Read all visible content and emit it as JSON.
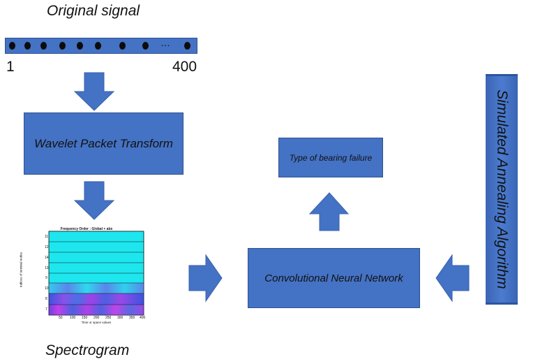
{
  "labels": {
    "original_signal": "Original signal",
    "spectrogram": "Spectrogram",
    "start_index": "1",
    "end_index": "400",
    "ellipsis": "…"
  },
  "boxes": {
    "wavelet": "Wavelet Packet Transform",
    "failure": "Type of bearing failure",
    "cnn": "Convolutional Neural Network",
    "annealing": "Simulated Annealing Algorithm"
  },
  "spectrogram": {
    "title": "Frequency Order : Global + abs",
    "ylabel": "Indices of terminal nodes",
    "xlabel": "Time or space values",
    "yticks": [
      "11",
      "12",
      "14",
      "13",
      "9",
      "10",
      "8",
      "7"
    ],
    "xticks": [
      "50",
      "100",
      "150",
      "200",
      "250",
      "300",
      "350",
      "400"
    ]
  },
  "colors": {
    "box_fill": "#4472c4",
    "box_border": "#2f528f",
    "arrow_fill": "#4472c4",
    "spectrum_cyan": "#1ee6ee",
    "spectrum_blue": "#3a55e0",
    "spectrum_magenta": "#b040e8"
  }
}
